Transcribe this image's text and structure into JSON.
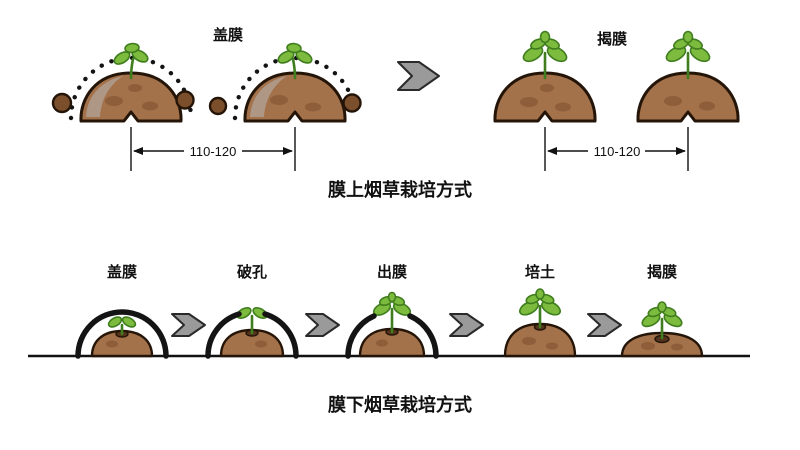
{
  "diagram": {
    "top": {
      "covered_label": "盖膜",
      "uncovered_label": "揭膜",
      "spacing_left": "110-120",
      "spacing_right": "110-120",
      "caption": "膜上烟草栽培方式"
    },
    "bottom": {
      "stages": [
        {
          "label": "盖膜"
        },
        {
          "label": "破孔"
        },
        {
          "label": "出膜"
        },
        {
          "label": "培土"
        },
        {
          "label": "揭膜"
        }
      ],
      "caption": "膜下烟草栽培方式"
    }
  },
  "icons": {
    "transition_arrow": "right-chevron-arrow",
    "film_dotted_arc": "dotted-film-arc",
    "film_dome": "plastic-film-dome",
    "seedling": "tobacco-seedling",
    "soil_mound": "soil-ridge-mound",
    "soil_clod": "soil-clod"
  },
  "colors": {
    "soil": "#a3714a",
    "soil_dark": "#7c4f2c",
    "outline": "#241508",
    "leaf": "#7dbb3e",
    "leaf_outline": "#3f7d1e",
    "film": "#141414",
    "arrow_fill": "#9a9a9a"
  }
}
